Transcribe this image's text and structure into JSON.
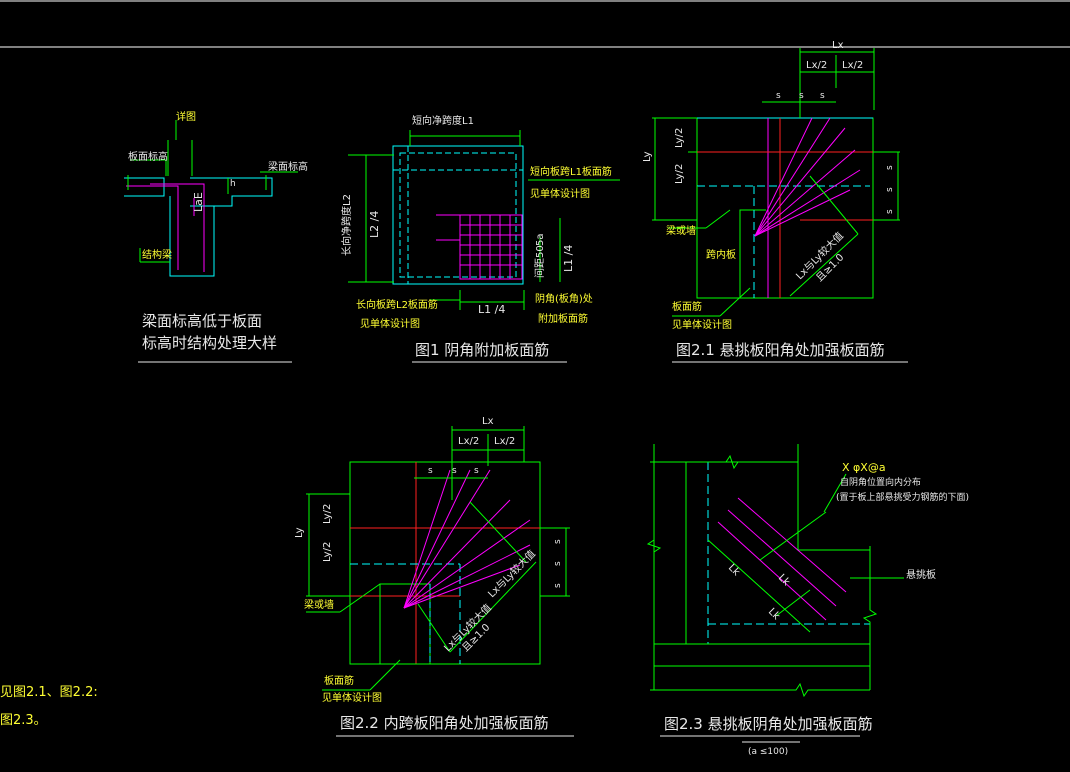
{
  "colors": {
    "background": "#000000",
    "frame": "#ffffff",
    "outline": "#00ff00",
    "slab": "#00ffff",
    "rebar": "#ff00ff",
    "beam_line": "#ff2020",
    "annotation": "#ffff33",
    "dimension": "#e8e8e8"
  },
  "detail_beam": {
    "title_line1": "梁面标高低于板面",
    "title_line2": "标高时结构处理大样",
    "label_detail": "详图",
    "label_slab_elev": "板面标高",
    "label_beam_elev": "梁面标高",
    "label_structural_beam": "结构梁",
    "label_lae": "LaE",
    "label_h": "h"
  },
  "fig1": {
    "title": "图1  阴角附加板面筋",
    "label_short_span": "短向净跨度L1",
    "label_short_bar": "短向板跨L1板面筋",
    "label_see_design": "见单体设计图",
    "label_long_span": "长向净跨度L2",
    "label_long_bar": "长向板跨L2板面筋",
    "label_see_design_2": "见单体设计图",
    "label_corner": "阴角(板角)处",
    "label_extra": "附加板面筋",
    "dim_l2_4": "L2 /4",
    "dim_l1_4": "L1 /4",
    "dim_l1_4b": "L1 /4",
    "dim_spacing": "间距50",
    "dim_5a": "5a"
  },
  "fig21": {
    "title": "图2.1  悬挑板阳角处加强板面筋",
    "dim_lx": "Lx",
    "dim_lx2a": "Lx/2",
    "dim_lx2b": "Lx/2",
    "dim_ly": "Ly",
    "dim_ly2a": "Ly/2",
    "dim_ly2b": "Ly/2",
    "dim_s": "s",
    "label_wall": "梁或墙",
    "label_span_slab": "跨内板",
    "label_slab_bar": "板面筋",
    "label_see_design": "见单体设计图",
    "label_diag": "Lx与Ly较大值",
    "label_diag2": "且≥1.0"
  },
  "fig22": {
    "title": "图2.2  内跨板阳角处加强板面筋",
    "dim_lx": "Lx",
    "dim_lx2a": "Lx/2",
    "dim_lx2b": "Lx/2",
    "dim_ly": "Ly",
    "dim_ly2a": "Ly/2",
    "dim_ly2b": "Ly/2",
    "dim_s": "s",
    "label_wall": "梁或墙",
    "label_slab_bar": "板面筋",
    "label_see_design": "见单体设计图",
    "label_diag": "Lx与Ly较大值",
    "label_diag2": "且≥1.0"
  },
  "fig23": {
    "title": "图2.3  悬挑板阴角处加强板面筋",
    "subtitle": "(a ≤100)",
    "label_bar": "X φX@a",
    "label_note1": "自阴角位置向内分布",
    "label_note2": "(置于板上部悬挑受力钢筋的下面)",
    "label_cantilever": "悬挑板",
    "dim_lk1": "Lk",
    "dim_lk2": "Lk",
    "dim_lk3": "Lk"
  },
  "side_note": {
    "line1": "见图2.1、图2.2:",
    "line2": "图2.3。"
  }
}
